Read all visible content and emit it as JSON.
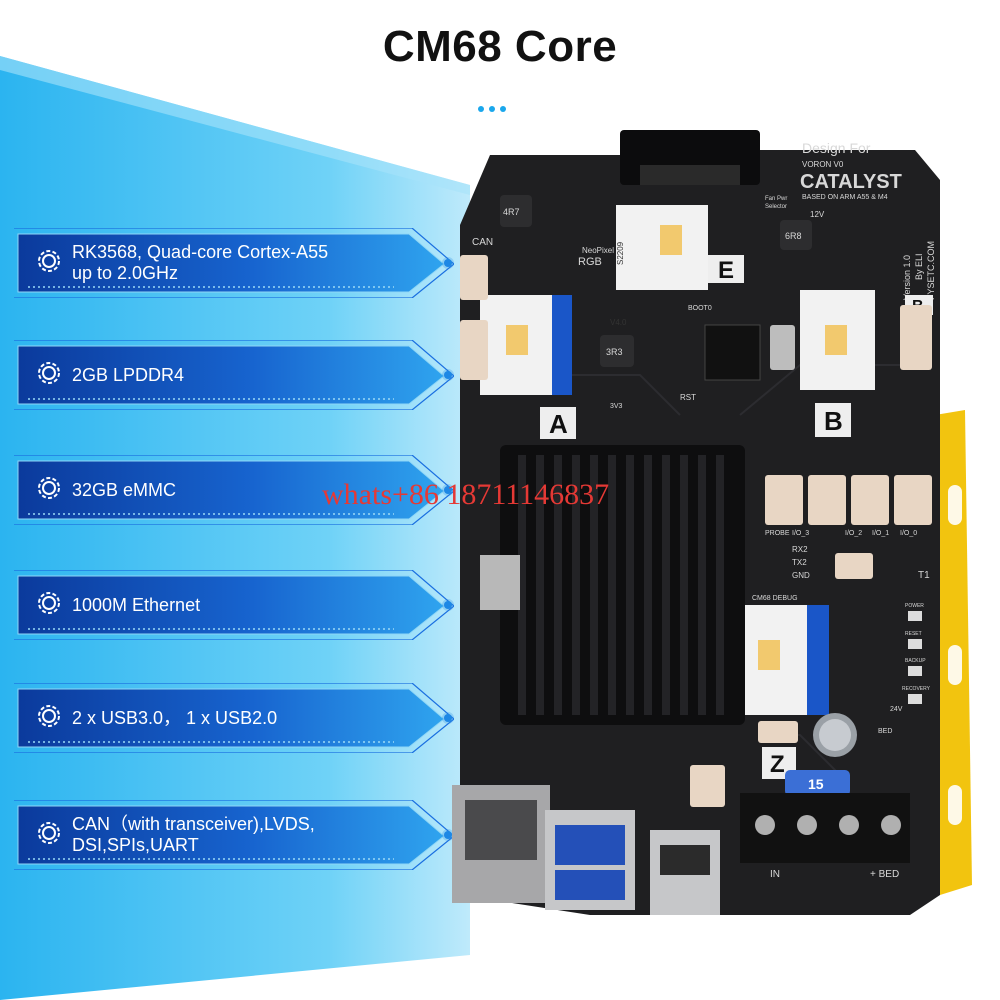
{
  "title": "CM68 Core",
  "watermark": "whats+86 18711146837",
  "features": [
    {
      "line1": "RK3568, Quad-core Cortex-A55",
      "line2": "up to 2.0GHz"
    },
    {
      "line1": "2GB LPDDR4",
      "line2": ""
    },
    {
      "line1": "32GB eMMC",
      "line2": ""
    },
    {
      "line1": "1000M Ethernet",
      "line2": ""
    },
    {
      "line1": "2 x USB3.0， 1 x USB2.0",
      "line2": ""
    },
    {
      "line1": "CAN（with transceiver),LVDS,",
      "line2": "DSI,SPIs,UART"
    }
  ],
  "board": {
    "design_for": "Design For",
    "voron": "VORON V0",
    "name": "CATALYST",
    "based_on": "BASED ON ARM A55 & M4",
    "version": "Version 1.0",
    "by": "By ELI",
    "site": "FYSETC.COM",
    "can": "CAN",
    "rgb": "RGB",
    "neopixel": "NeoPixel",
    "fan_pwr": "Fan Pwr",
    "selector": "Selector",
    "v12": "12V",
    "boot0": "BOOT0",
    "rst": "RST",
    "v33": "3V3",
    "probe": "PROBE",
    "io3": "I/O_3",
    "io2": "I/O_2",
    "io1": "I/O_1",
    "io0": "I/O_0",
    "rx2": "RX2",
    "tx2": "TX2",
    "gnd": "GND",
    "t1": "T1",
    "debug": "CM68 DEBUG",
    "power": "POWER",
    "reset": "RESET",
    "backup": "BACKUP",
    "recovery": "RECOVERY",
    "v24": "24V",
    "bed": "BED",
    "in_label": "IN",
    "bed_label": "+ BED",
    "fuse": "15",
    "chip_4r7": "4R7",
    "chip_6r8": "6R8",
    "chip_3r3": "3R3",
    "axis_a": "A",
    "axis_b": "B",
    "axis_e": "E",
    "axis_z": "Z",
    "axis_b_top": "B",
    "driver_model": "S2209",
    "driver_ver": "V4.0"
  },
  "colors": {
    "accent": "#1aa7ec",
    "panel_dark": "#0a3fa0",
    "panel_light": "#27b6f2",
    "board": "#1f1f21",
    "heatsink": "#0e0e0f",
    "yellow_tape": "#f2c40f",
    "watermark": "#e53935"
  },
  "icons": [
    "gear-icon"
  ]
}
